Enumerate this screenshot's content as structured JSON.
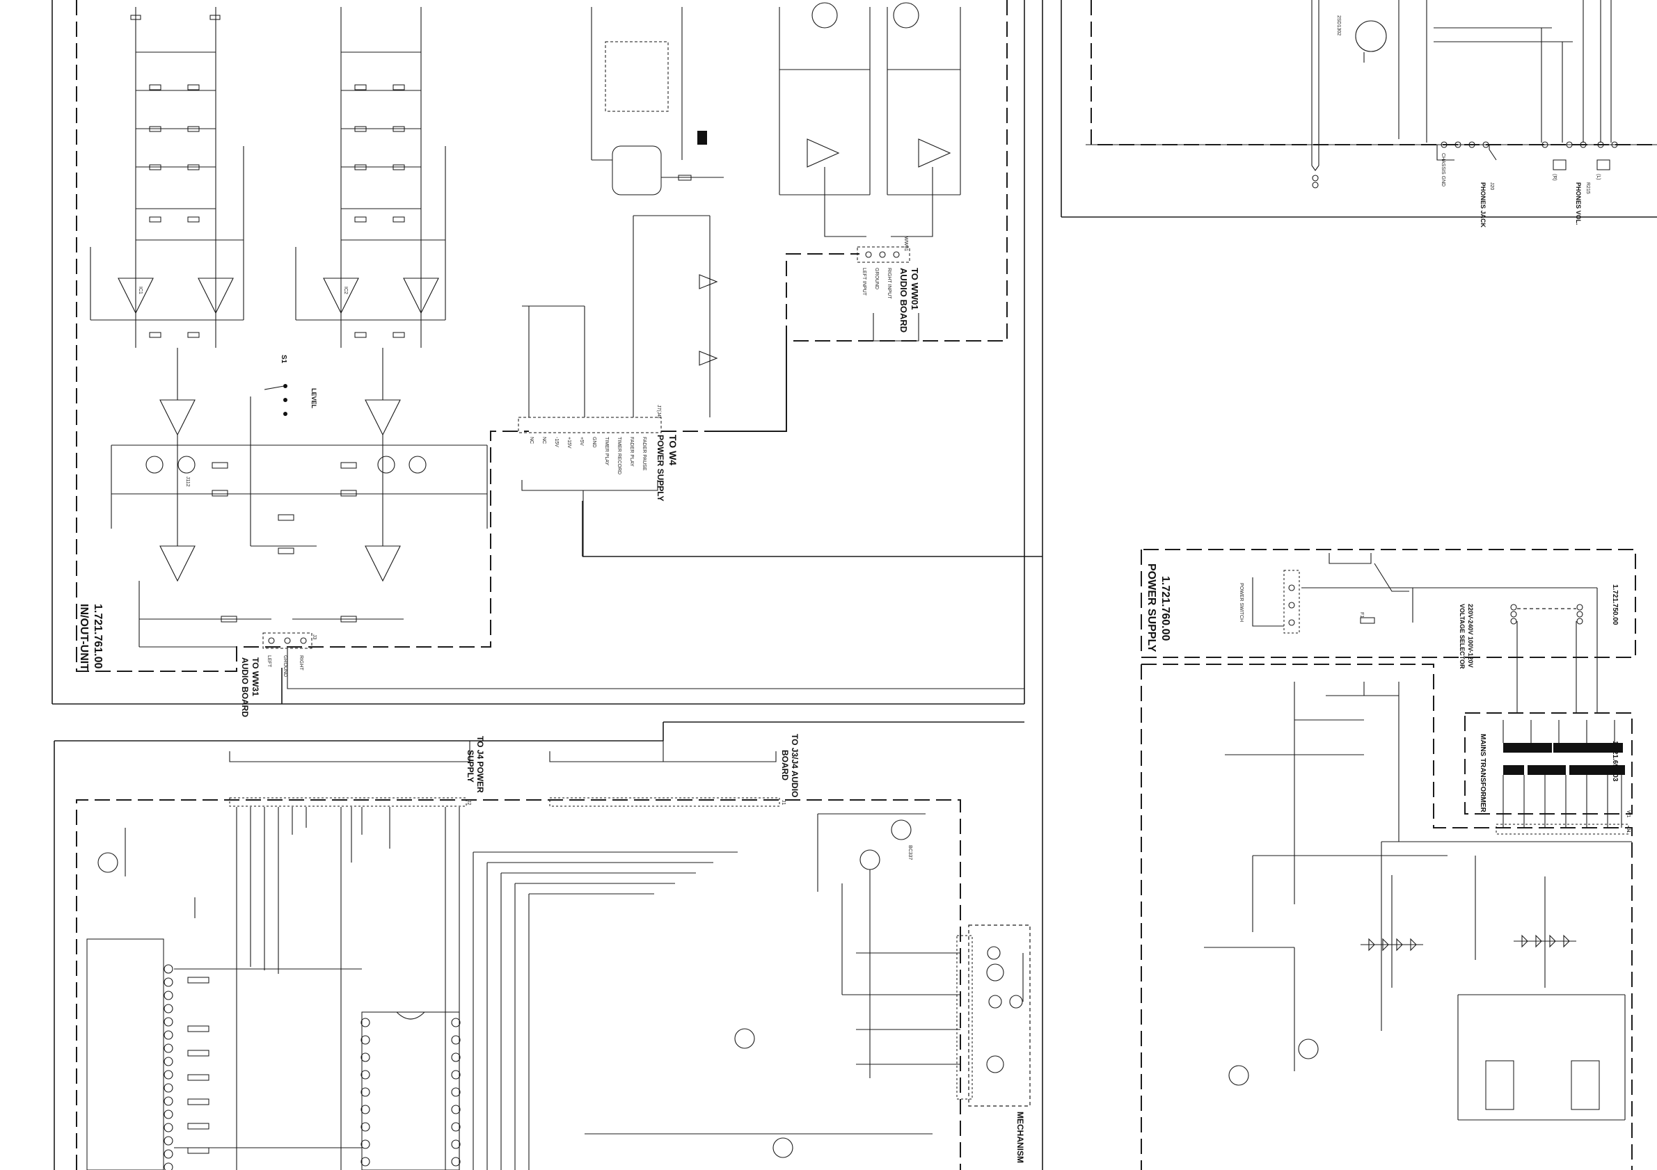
{
  "diagram": {
    "type": "electronic-schematic",
    "sections": {
      "in_out_unit": {
        "board_id": "1.721.761.00",
        "name": "IN/OUT-UNIT"
      },
      "power_supply": {
        "board_id": "1.721.760.00",
        "name": "POWER SUPPLY"
      },
      "transformer": {
        "board_id": "1.721.690.03",
        "name": "MAINS TRANSFORMER"
      },
      "top_right_board": {
        "board_id": "1.721.750.00"
      }
    },
    "connectors": {
      "to_w4": {
        "title": "TO W4",
        "subtitle": "POWER SUPPLY",
        "ref": "J7(J4)",
        "pins": [
          "NC",
          "NC",
          "-15V",
          "+15V",
          "+5V",
          "GND",
          "TIMER PLAY",
          "TIMER RECORD",
          "FADER PLAY",
          "FADER PAUSE"
        ]
      },
      "to_ww01": {
        "title": "TO WW01",
        "subtitle": "AUDIO BOARD",
        "ref": "WW01",
        "pins": [
          "LEFT INPUT",
          "GROUND",
          "RIGHT INPUT"
        ]
      },
      "to_ww31": {
        "title": "TO WW31",
        "subtitle": "AUDIO BOARD",
        "ref": "J3",
        "pins": [
          "LEFT",
          "GROUND",
          "RIGHT"
        ]
      },
      "to_j4_power": {
        "title": "TO J4 POWER",
        "subtitle": "SUPPLY",
        "ref": "J2"
      },
      "to_j3_audio": {
        "title": "TO J3/J4 AUDIO",
        "subtitle": "BOARD",
        "ref": "J1"
      }
    },
    "labels": {
      "switch_s1": "S1",
      "level": "LEVEL",
      "phones_jack": "PHONES JACK",
      "phones_vol": "PHONES VOL.",
      "voltage_selector": "VOLTAGE SELECTOR",
      "voltage_options": "220V-240V  100V-120V",
      "power_switch": "POWER SWITCH",
      "mechanism": "MECHANISM",
      "phones_ref_r": "(R)",
      "phones_ref_l": "(L)",
      "ground_label": "CHASSIS GND",
      "pot_ref": "R215",
      "jack_ref": "J20",
      "transistor_ref": "BC337",
      "fet_ref": "J112",
      "ic_ref_a": "IC1",
      "ic_ref_b": "IC2",
      "trans_2sd": "2SD1302",
      "fuse": "F1",
      "w1": "W1",
      "j1": "J1"
    },
    "colors": {
      "ink": "#1a1a1a",
      "paper": "#ffffff"
    }
  }
}
